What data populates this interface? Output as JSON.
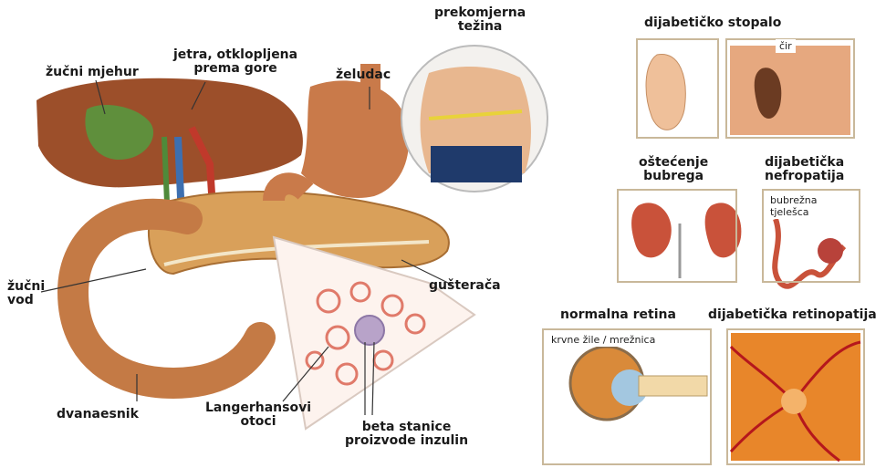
{
  "main": {
    "labels": {
      "gallbladder": "žučni mjehur",
      "liver": "jetra, otklopljena\nprema gore",
      "stomach": "želudac",
      "overweight": "prekomjerna\ntežina",
      "bile_duct": "žučni\nvod",
      "pancreas": "gušterača",
      "duodenum": "dvanaesnik",
      "islets": "Langerhansovi\notoci",
      "beta_cells": "beta stanice\nproizvode inzulin"
    }
  },
  "complications": {
    "diabetic_foot": "dijabetičko stopalo",
    "ulcer": "čir",
    "kidney_damage": "oštećenje\nbubrega",
    "nephropathy": "dijabetička\nnefropatija",
    "renal_corpuscles": "bubrežna\ntjelešca",
    "normal_retina": "normalna retina",
    "retinopathy": "dijabetička retinopatija",
    "vessels_retina": "krvne žile / mrežnica"
  },
  "colors": {
    "organ_brown": "#b5673a",
    "pancreas": "#d9a05a",
    "gallbladder": "#5f8f3c",
    "retina_orange": "#e8862a",
    "panel_border": "#c9b89a"
  }
}
